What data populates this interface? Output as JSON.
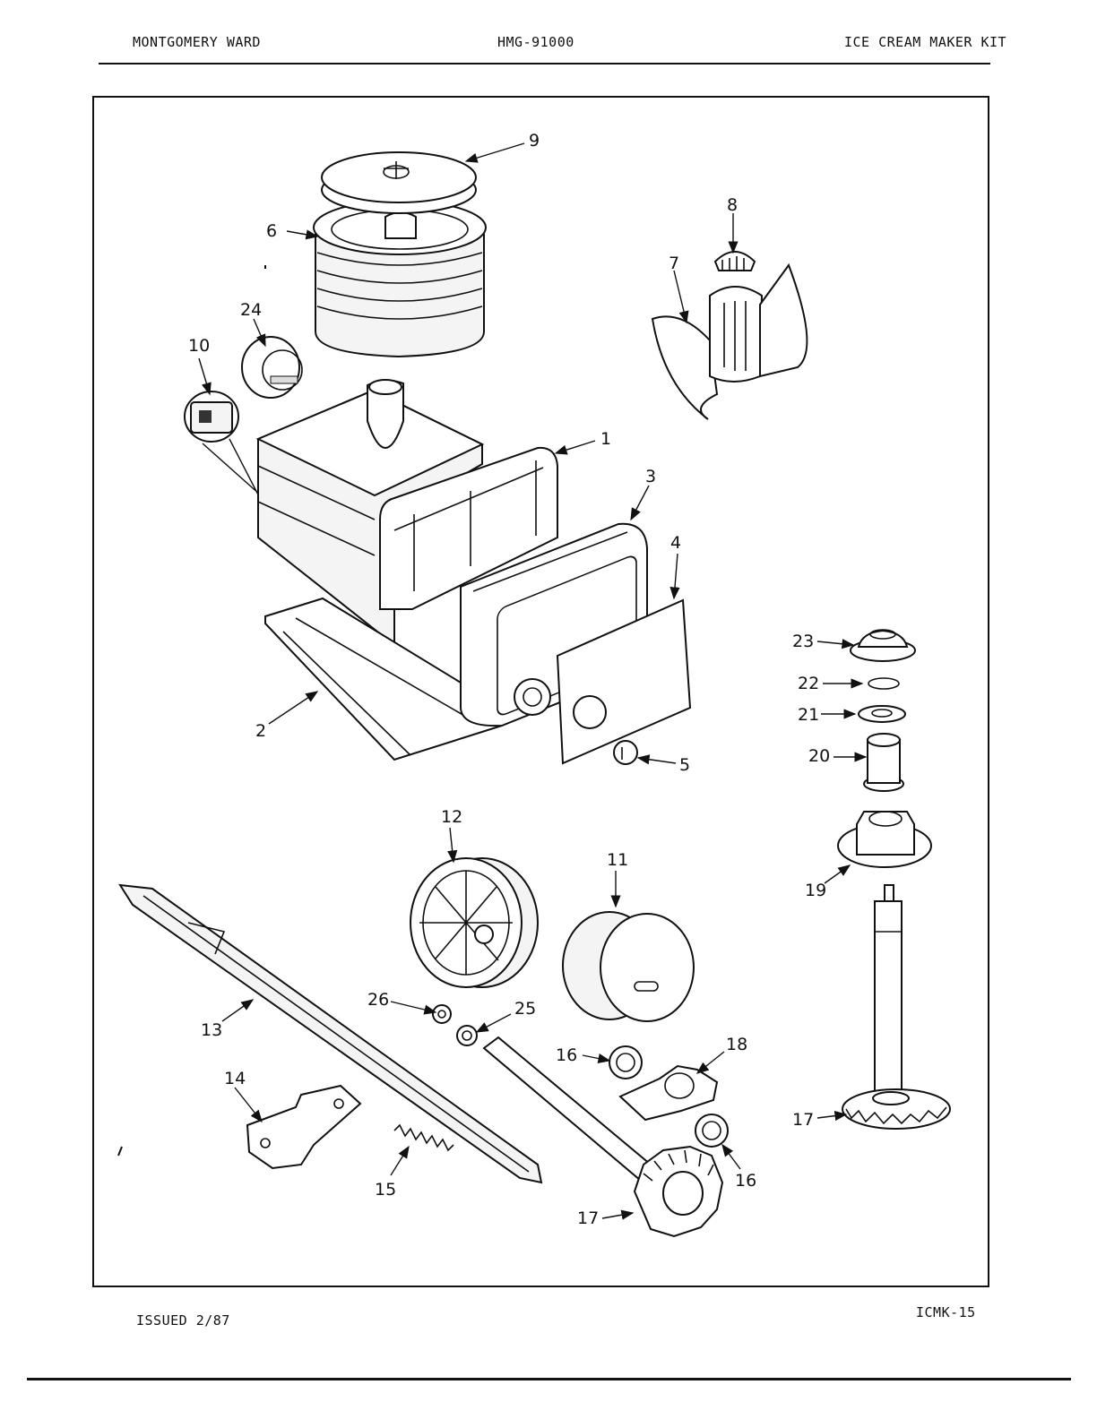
{
  "header": {
    "left": "MONTGOMERY WARD",
    "center": "HMG-91000",
    "right": "ICE CREAM MAKER KIT"
  },
  "footer": {
    "issued": "ISSUED 2/87",
    "page_code": "ICMK-15"
  },
  "callouts": {
    "c1": "1",
    "c2": "2",
    "c3": "3",
    "c4": "4",
    "c5": "5",
    "c6": "6",
    "c7": "7",
    "c8": "8",
    "c9": "9",
    "c10": "10",
    "c11": "11",
    "c12": "12",
    "c13": "13",
    "c14": "14",
    "c15": "15",
    "c16a": "16",
    "c16b": "16",
    "c17a": "17",
    "c17b": "17",
    "c18": "18",
    "c19": "19",
    "c20": "20",
    "c21": "21",
    "c22": "22",
    "c23": "23",
    "c24": "24",
    "c25": "25",
    "c26": "26"
  }
}
